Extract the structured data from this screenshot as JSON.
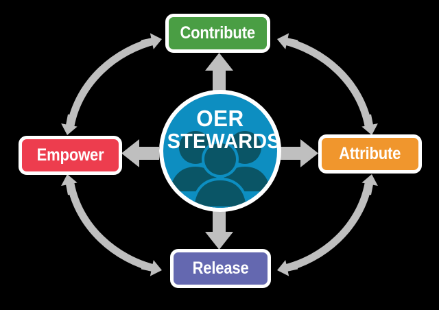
{
  "diagram": {
    "title_center": {
      "line1": "OER",
      "line2": "STEWARDS"
    },
    "background_color": "#000000",
    "arrow_color": "#bfbfbf",
    "border_color": "#ffffff",
    "nodes": [
      {
        "id": "contribute",
        "label": "Contribute",
        "color": "#4a9e44",
        "position": "top"
      },
      {
        "id": "attribute",
        "label": "Attribute",
        "color": "#f0962d",
        "position": "right"
      },
      {
        "id": "release",
        "label": "Release",
        "color": "#6468b0",
        "position": "bottom"
      },
      {
        "id": "empower",
        "label": "Empower",
        "color": "#ed3d4e",
        "position": "left"
      }
    ],
    "center": {
      "id": "oer-stewards",
      "color": "#0d8ec1",
      "icon": "people-group-icon",
      "icon_color": "#0a5566"
    },
    "connections": [
      {
        "from": "center",
        "to": "contribute",
        "style": "straight",
        "heads": 1
      },
      {
        "from": "center",
        "to": "attribute",
        "style": "straight",
        "heads": 1
      },
      {
        "from": "center",
        "to": "release",
        "style": "straight",
        "heads": 1
      },
      {
        "from": "center",
        "to": "empower",
        "style": "straight",
        "heads": 1
      },
      {
        "from": "contribute",
        "to": "attribute",
        "style": "curved",
        "heads": 2
      },
      {
        "from": "attribute",
        "to": "release",
        "style": "curved",
        "heads": 2
      },
      {
        "from": "release",
        "to": "empower",
        "style": "curved",
        "heads": 2
      },
      {
        "from": "empower",
        "to": "contribute",
        "style": "curved",
        "heads": 2
      }
    ]
  }
}
